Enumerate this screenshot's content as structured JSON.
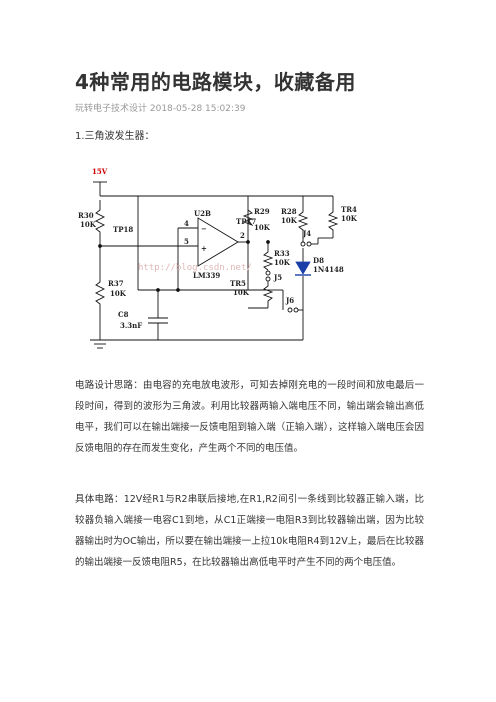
{
  "article": {
    "title": "4种常用的电路模块，收藏备用",
    "meta": "玩转电子技术设计 2018-05-28 15:02:39",
    "section_heading": "1.三角波发生器：",
    "paragraph1": "电路设计思路：由电容的充电放电波形，可知去掉刚充电的一段时间和放电最后一段时间，得到的波形为三角波。利用比较器两输入端电压不同，输出端会输出高低电平，我们可以在输出端接一反馈电阻到输入端（正输入端），这样输入端电压会因反馈电阻的存在而发生变化，产生两个不同的电压值。",
    "paragraph2": "具体电路：12V经R1与R2串联后接地,在R1,R2间引一条线到比较器正输入端，比较器负输入端接一电容C1到地，从C1正端接一电阻R3到比较器输出端，因为比较器输出时为OC输出，所以要在输出端接一上拉10k电阻R4到12V上，最后在比较器的输出端接一反馈电阻R5，在比较器输出高低电平时产生不同的两个电压值。"
  },
  "schematic": {
    "labels": {
      "supply": "15V",
      "r30": "R30",
      "r30_val": "10K",
      "tp18": "TP18",
      "u2b": "U2B",
      "pin4": "4",
      "pin5": "5",
      "pin2": "2",
      "minus": "−",
      "plus": "+",
      "lm339": "LM339",
      "tp17": "TP17",
      "r29": "R29",
      "r29_val": "10K",
      "r28": "R28",
      "r28_val": "10K",
      "tr4": "TR4",
      "tr4_val": "10K",
      "j4": "J4",
      "r33": "R33",
      "r33_val": "10K",
      "j5": "J5",
      "d8": "D8",
      "d8_val": "1N4148",
      "tr5": "TR5",
      "tr5_val": "10K",
      "j6": "J6",
      "r37": "R37",
      "r37_val": "10K",
      "c8": "C8",
      "c8_val": "3.3nF",
      "watermark": "http://blog.csdn.net/"
    }
  },
  "colors": {
    "wire": "#111111",
    "supply_label": "#cc0000",
    "diode": "#1a3fa8",
    "watermark": "#e0b8b8"
  }
}
